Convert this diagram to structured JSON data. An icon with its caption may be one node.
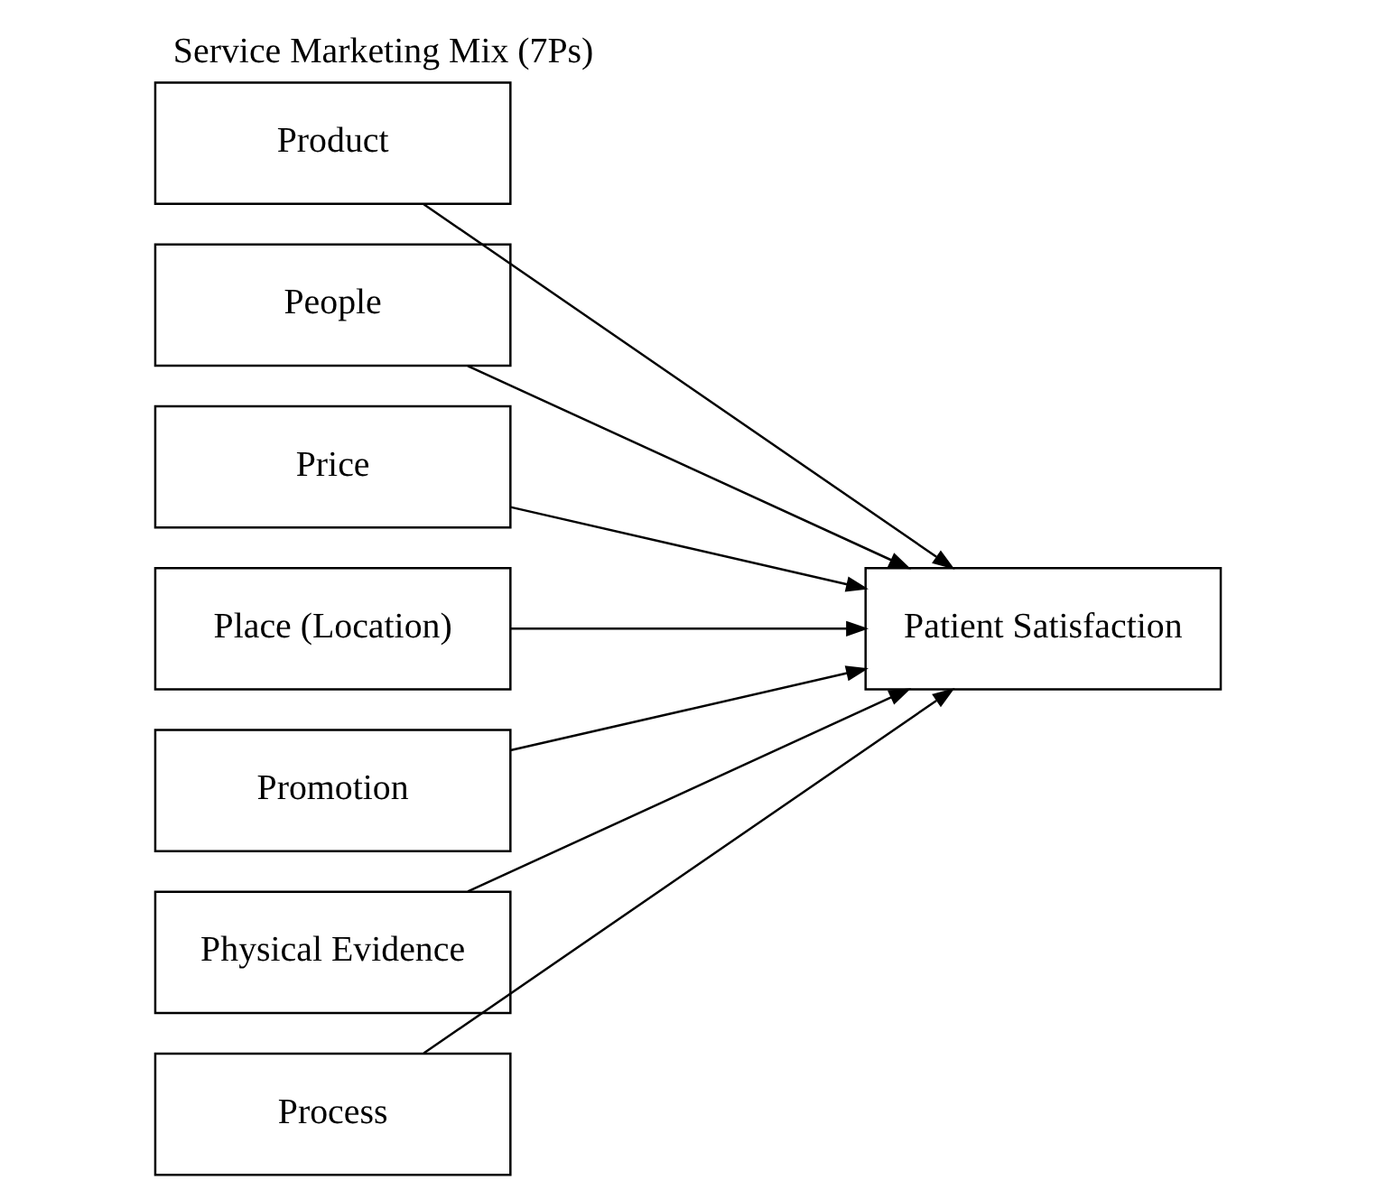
{
  "diagram": {
    "title": "Service Marketing Mix (7Ps)",
    "nodes": [
      {
        "text": [
          "Product"
        ]
      },
      {
        "text": [
          "People"
        ]
      },
      {
        "text": [
          "Price"
        ]
      },
      {
        "text": [
          "Place (Location)"
        ]
      },
      {
        "text": [
          "Promotion"
        ]
      },
      {
        "text": [
          "Physical Evidence"
        ]
      },
      {
        "text": [
          "Process"
        ]
      },
      {
        "text": [
          "Patient Satisfaction"
        ]
      }
    ],
    "edges": [
      {
        "from": 0,
        "to": 7,
        "arrow": "to"
      },
      {
        "from": 1,
        "to": 7,
        "arrow": "to"
      },
      {
        "from": 2,
        "to": 7,
        "arrow": "to"
      },
      {
        "from": 3,
        "to": 7,
        "arrow": "to"
      },
      {
        "from": 4,
        "to": 7,
        "arrow": "to"
      },
      {
        "from": 5,
        "to": 7,
        "arrow": "to"
      },
      {
        "from": 6,
        "to": 7,
        "arrow": "to"
      }
    ]
  }
}
